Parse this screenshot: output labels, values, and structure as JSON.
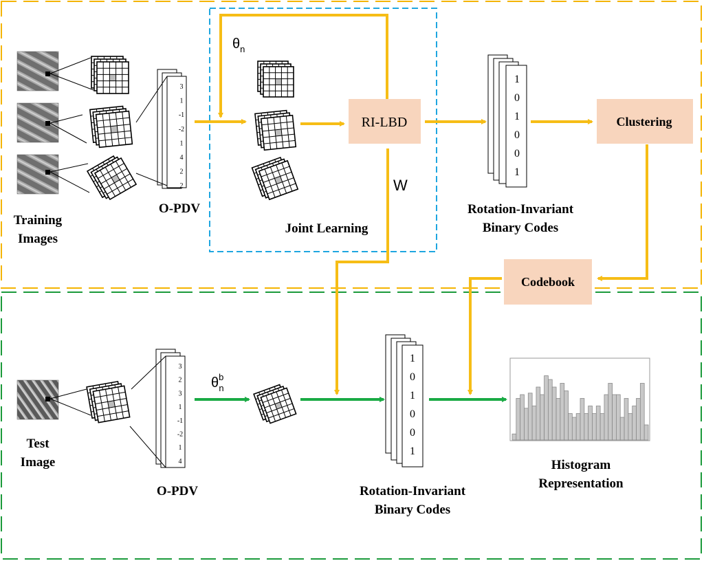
{
  "colors": {
    "training_border": "#f4b400",
    "test_border": "#1a9a3a",
    "joint_border": "#1ea6e0",
    "flow_yellow": "#f6bd16",
    "flow_green": "#1aaa44",
    "box_fill": "#f8d5bd"
  },
  "labels": {
    "training_images": [
      "Training",
      "Images"
    ],
    "o_pdv_top": "O-PDV",
    "joint_learning": "Joint Learning",
    "ri_lbd": "RI-LBD",
    "theta_top": "θ",
    "theta_top_sub": "n",
    "w": "W",
    "ri_binary_top": [
      "Rotation-Invariant",
      "Binary Codes"
    ],
    "clustering": "Clustering",
    "codebook": "Codebook",
    "test_image": [
      "Test",
      "Image"
    ],
    "o_pdv_bottom": "O-PDV",
    "theta_bottom": "θ",
    "theta_bottom_sub": "n",
    "theta_bottom_sup": "b",
    "ri_binary_bottom": [
      "Rotation-Invariant",
      "Binary Codes"
    ],
    "histogram": [
      "Histogram",
      "Representation"
    ]
  },
  "vectors": {
    "top": [
      "3",
      "1",
      "-1",
      "-2",
      "1",
      "4",
      "2",
      "2"
    ],
    "bottom": [
      "3",
      "2",
      "3",
      "1",
      "-1",
      "-2",
      "1",
      "4"
    ]
  },
  "binary_codes": {
    "top": [
      "1",
      "0",
      "1",
      "0",
      "0",
      "1"
    ],
    "bottom": [
      "1",
      "0",
      "1",
      "0",
      "0",
      "1"
    ]
  },
  "histogram_bins": [
    0.08,
    0.55,
    0.6,
    0.42,
    0.62,
    0.45,
    0.7,
    0.6,
    0.85,
    0.8,
    0.7,
    0.55,
    0.75,
    0.65,
    0.35,
    0.3,
    0.35,
    0.55,
    0.35,
    0.45,
    0.35,
    0.45,
    0.35,
    0.6,
    0.75,
    0.6,
    0.6,
    0.3,
    0.55,
    0.35,
    0.45,
    0.55,
    0.75,
    0.2
  ]
}
